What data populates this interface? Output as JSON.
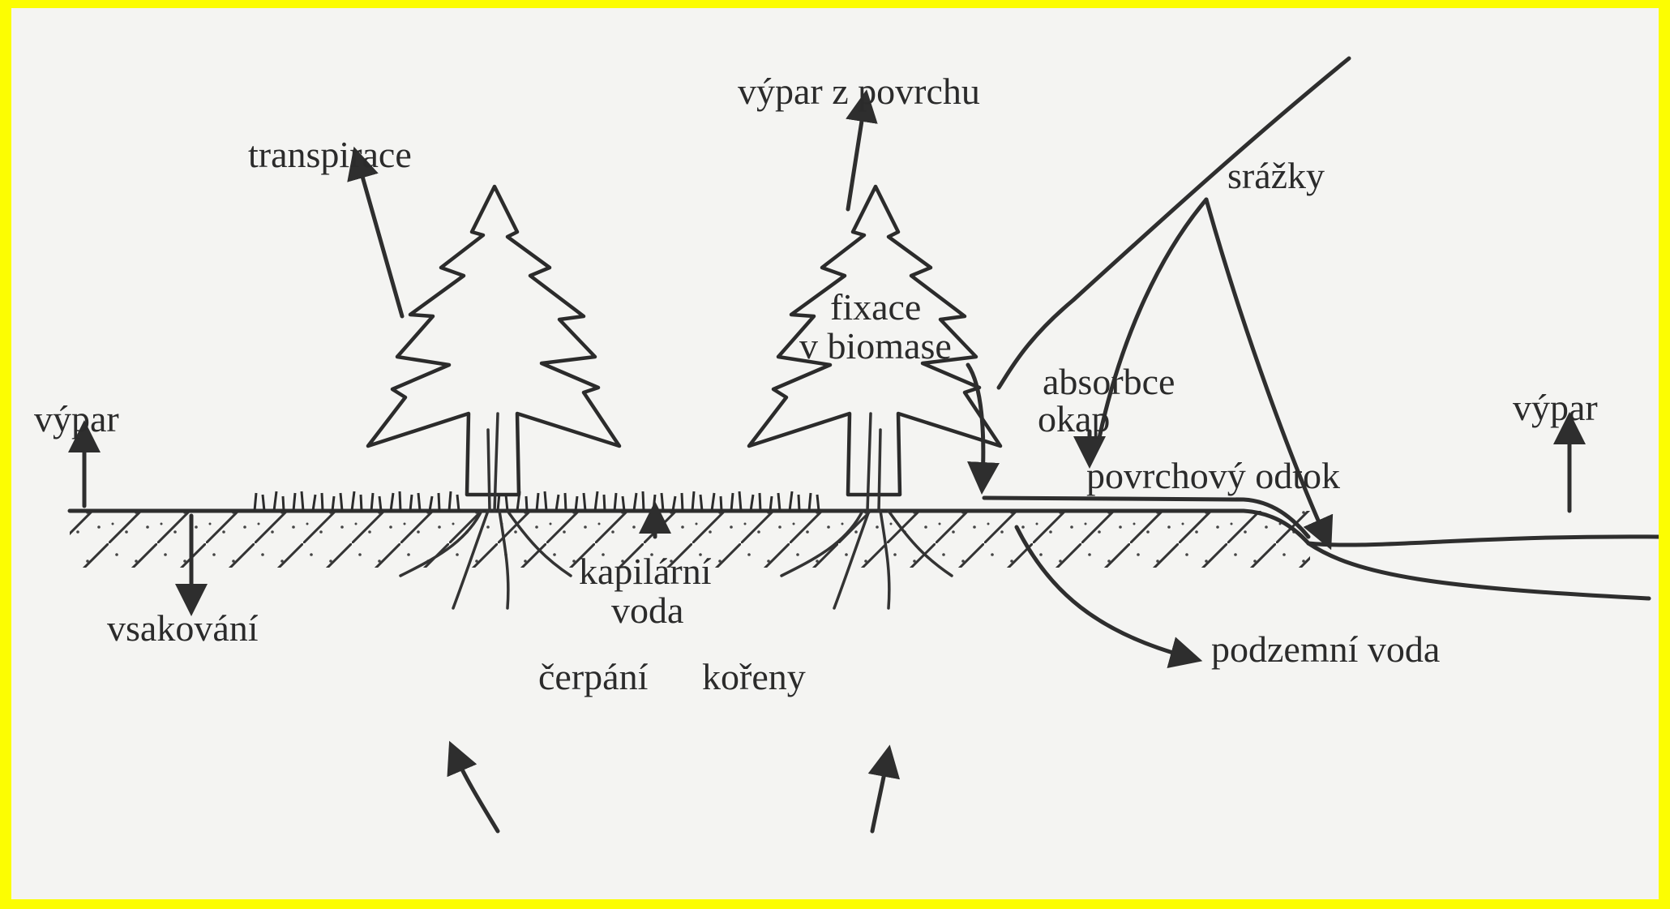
{
  "colors": {
    "frame": "#fcfd02",
    "background": "#f4f4f2",
    "ink": "#2b2b2b"
  },
  "labels": {
    "vypar_z_povrchu": "výpar z povrchu",
    "transpirace": "transpirace",
    "srazky": "srážky",
    "fixace": "fixace",
    "v_biomase": "v biomase",
    "absorbce": "absorbce",
    "okap": "okap",
    "vypar_left": "výpar",
    "vypar_right": "výpar",
    "povrchovy_odtok": "povrchový odtok",
    "kapilarni": "kapilární",
    "voda": "voda",
    "vsakovani": "vsakování",
    "podzemni_voda": "podzemní voda",
    "cerpani": "čerpání",
    "koreny": "kořeny"
  }
}
